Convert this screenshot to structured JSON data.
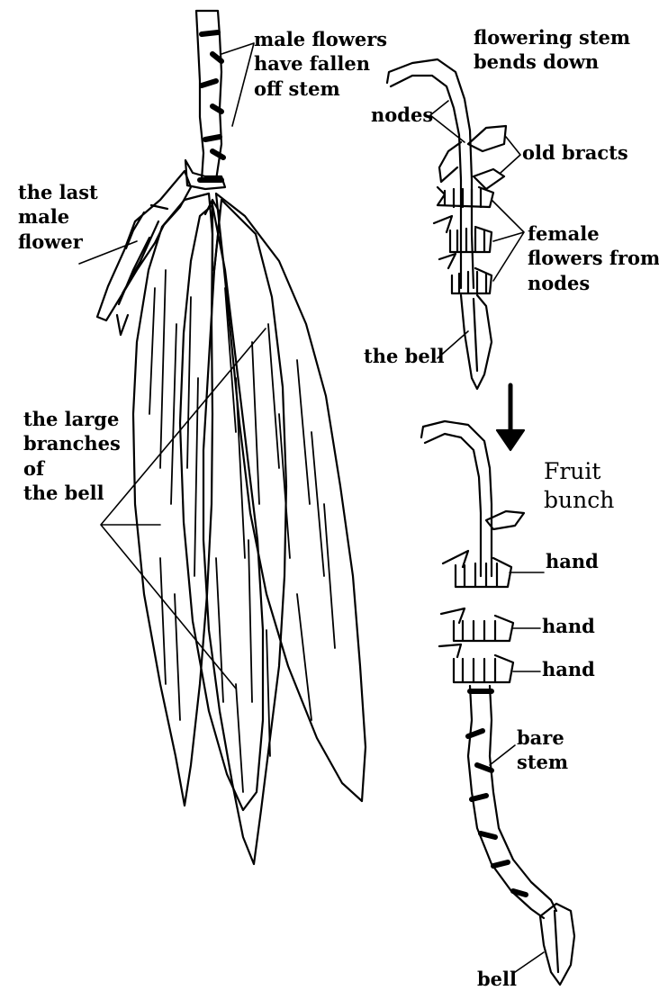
{
  "labels": {
    "male_flowers_fallen": "male flowers\nhave fallen\noff stem",
    "last_male_flower": "the last\nmale\nflower",
    "large_branches": "the large\nbranches\nof\nthe bell",
    "flowering_stem": "flowering stem\nbends down",
    "nodes": "nodes",
    "old_bracts": "old bracts",
    "female_flowers": "female\nflowers from\nnodes",
    "the_bell_small": "the bell",
    "fruit_bunch": "Fruit\nbunch",
    "hand_1": "hand",
    "hand_2": "hand",
    "hand_3": "hand",
    "bare_stem": "bare\nstem",
    "bell_bottom": "bell"
  },
  "colors": {
    "ink": "#000000",
    "paper": "#ffffff"
  }
}
